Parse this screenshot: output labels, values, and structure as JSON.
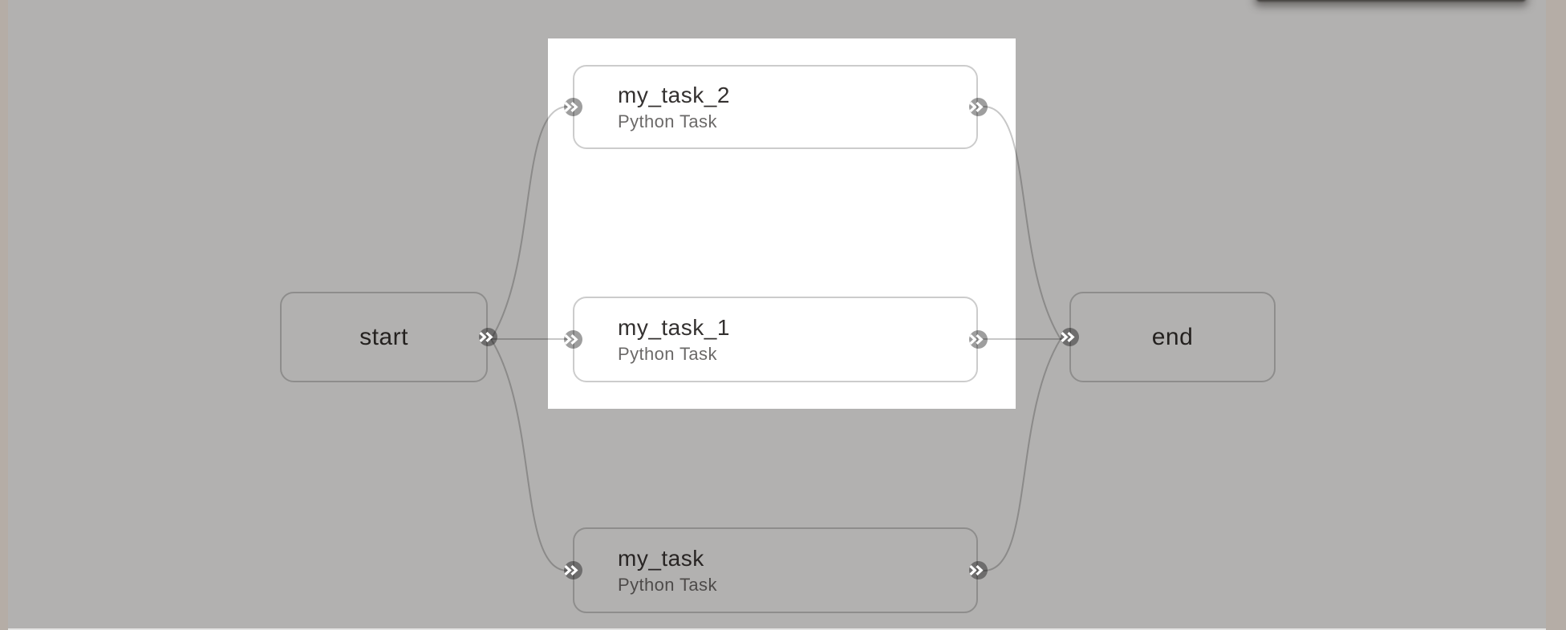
{
  "canvas": {
    "background_color": "#b2b1b0",
    "page_strip_color": "#b5ada6",
    "selection_highlight_color": "#ffffff",
    "edge_color": "rgba(0,0,0,0.22)",
    "port_color": "rgba(0,0,0,0.38)"
  },
  "nodes": [
    {
      "id": "start",
      "label": "start",
      "sublabel": "",
      "kind": "terminal"
    },
    {
      "id": "my_task_2",
      "label": "my_task_2",
      "sublabel": "Python Task",
      "kind": "task"
    },
    {
      "id": "my_task_1",
      "label": "my_task_1",
      "sublabel": "Python Task",
      "kind": "task"
    },
    {
      "id": "my_task",
      "label": "my_task",
      "sublabel": "Python Task",
      "kind": "task"
    },
    {
      "id": "end",
      "label": "end",
      "sublabel": "",
      "kind": "terminal"
    }
  ],
  "edges": [
    {
      "from": "start",
      "to": "my_task_2"
    },
    {
      "from": "start",
      "to": "my_task_1"
    },
    {
      "from": "start",
      "to": "my_task"
    },
    {
      "from": "my_task_2",
      "to": "end"
    },
    {
      "from": "my_task_1",
      "to": "end"
    },
    {
      "from": "my_task",
      "to": "end"
    }
  ],
  "icons": {
    "port": "double-chevron-right-icon"
  }
}
